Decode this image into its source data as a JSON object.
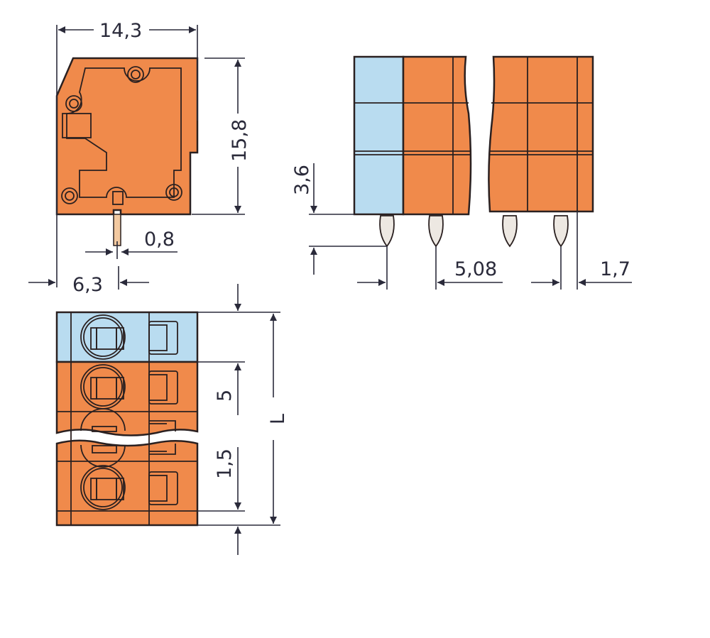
{
  "colors": {
    "housing": "#f08a4b",
    "marker": "#b9dcf0",
    "button": "#f5d20a",
    "button_light": "#f7b98a",
    "line": "#2a2a3a"
  },
  "dimensions": {
    "width": "14,3",
    "height": "15,8",
    "pin_width": "0,8",
    "pin_offset": "6,3",
    "pin_length": "3,6",
    "pitch": "5,08",
    "edge": "1,7",
    "row_pitch": "5",
    "end_width": "1,5",
    "length": "L"
  }
}
